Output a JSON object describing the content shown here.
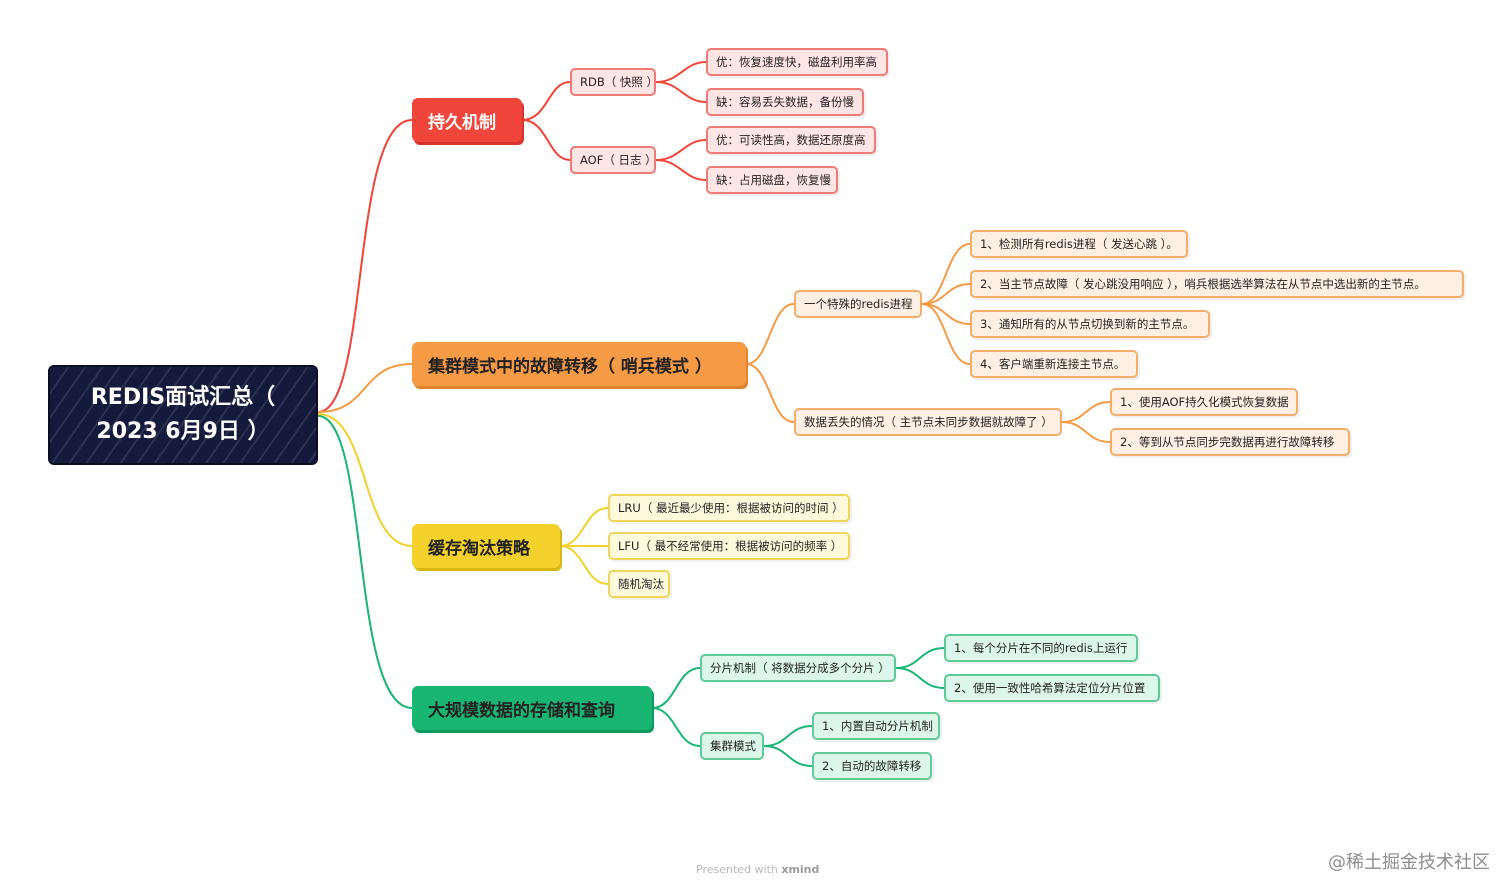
{
  "root": {
    "title": "REDIS面试汇总（ 2023 6月9日 ）"
  },
  "branches": {
    "persistence": {
      "label": "持久机制",
      "rdb": {
        "label": "RDB（ 快照 ）",
        "pro": "优：恢复速度快，磁盘利用率高",
        "con": "缺：容易丢失数据，备份慢"
      },
      "aof": {
        "label": "AOF（ 日志 ）",
        "pro": "优：可读性高，数据还原度高",
        "con": "缺：占用磁盘，恢复慢"
      }
    },
    "failover": {
      "label": "集群模式中的故障转移（ 哨兵模式 ）",
      "sentinel": {
        "label": "一个特殊的redis进程",
        "items": [
          "1、检测所有redis进程（ 发送心跳 ）。",
          "2、当主节点故障（ 发心跳没用响应 ），哨兵根据选举算法在从节点中选出新的主节点。",
          "3、通知所有的从节点切换到新的主节点。",
          "4、客户端重新连接主节点。"
        ]
      },
      "dataloss": {
        "label": "数据丢失的情况（ 主节点未同步数据就故障了 ）",
        "items": [
          "1、使用AOF持久化模式恢复数据",
          "2、等到从节点同步完数据再进行故障转移"
        ]
      }
    },
    "eviction": {
      "label": "缓存淘汰策略",
      "items": [
        "LRU（ 最近最少使用：根据被访问的时间 ）",
        "LFU（ 最不经常使用：根据被访问的频率 ）",
        "随机淘汰"
      ]
    },
    "storage": {
      "label": "大规模数据的存储和查询",
      "sharding": {
        "label": "分片机制（ 将数据分成多个分片 ）",
        "items": [
          "1、每个分片在不同的redis上运行",
          "2、使用一致性哈希算法定位分片位置"
        ]
      },
      "cluster": {
        "label": "集群模式",
        "items": [
          "1、内置自动分片机制",
          "2、自动的故障转移"
        ]
      }
    }
  },
  "footer": {
    "presented": "Presented with",
    "brand": "xmind"
  },
  "watermark": "@稀土掘金技术社区",
  "colors": {
    "red": "#f0453a",
    "orange": "#f59a45",
    "yellow": "#f3d02a",
    "green": "#19b573",
    "root": "#141a3b"
  }
}
